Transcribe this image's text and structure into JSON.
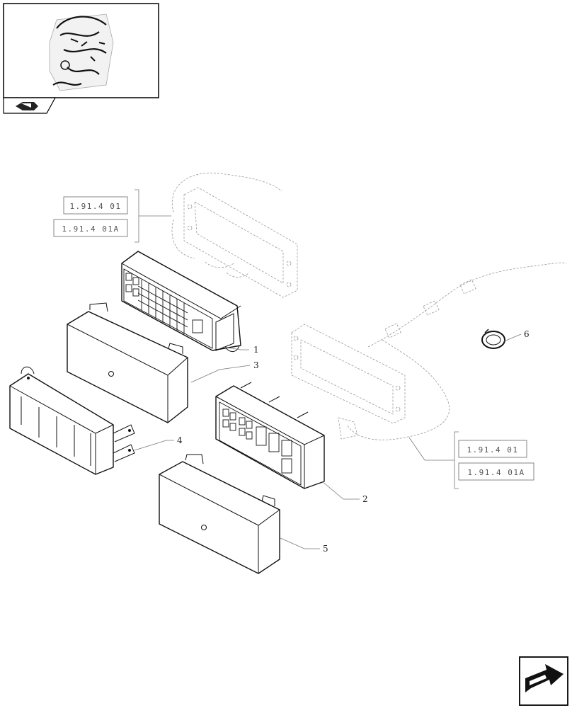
{
  "references": {
    "top_left": [
      "1.91.4 01",
      "1.91.4 01A"
    ],
    "right": [
      "1.91.4 01",
      "1.91.4 01A"
    ]
  },
  "callouts": {
    "c1": "1",
    "c2": "2",
    "c3": "3",
    "c4": "4",
    "c5": "5",
    "c6": "6"
  },
  "icons": {
    "thumbnail": "wiring-harness-cab-thumbnail-icon",
    "back_arrow": "back-arrow-icon",
    "next_arrow": "next-page-arrow-icon"
  }
}
